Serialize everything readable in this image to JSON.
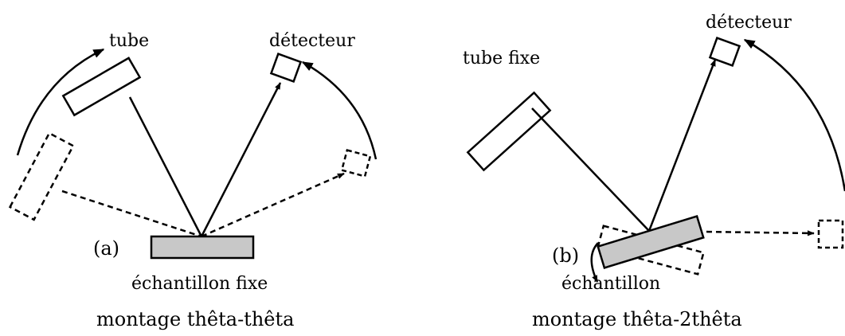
{
  "panel_a": {
    "tag": "(a)",
    "tube_label": "tube",
    "detector_label": "détecteur",
    "sample_label": "échantillon fixe",
    "caption": "montage thêta-thêta"
  },
  "panel_b": {
    "tag": "(b)",
    "tube_label": "tube fixe",
    "detector_label": "détecteur",
    "sample_label": "échantillon",
    "caption": "montage thêta-2thêta"
  },
  "colors": {
    "stroke": "#000000",
    "sample_fill": "#c8c8c8",
    "background": "#ffffff"
  }
}
